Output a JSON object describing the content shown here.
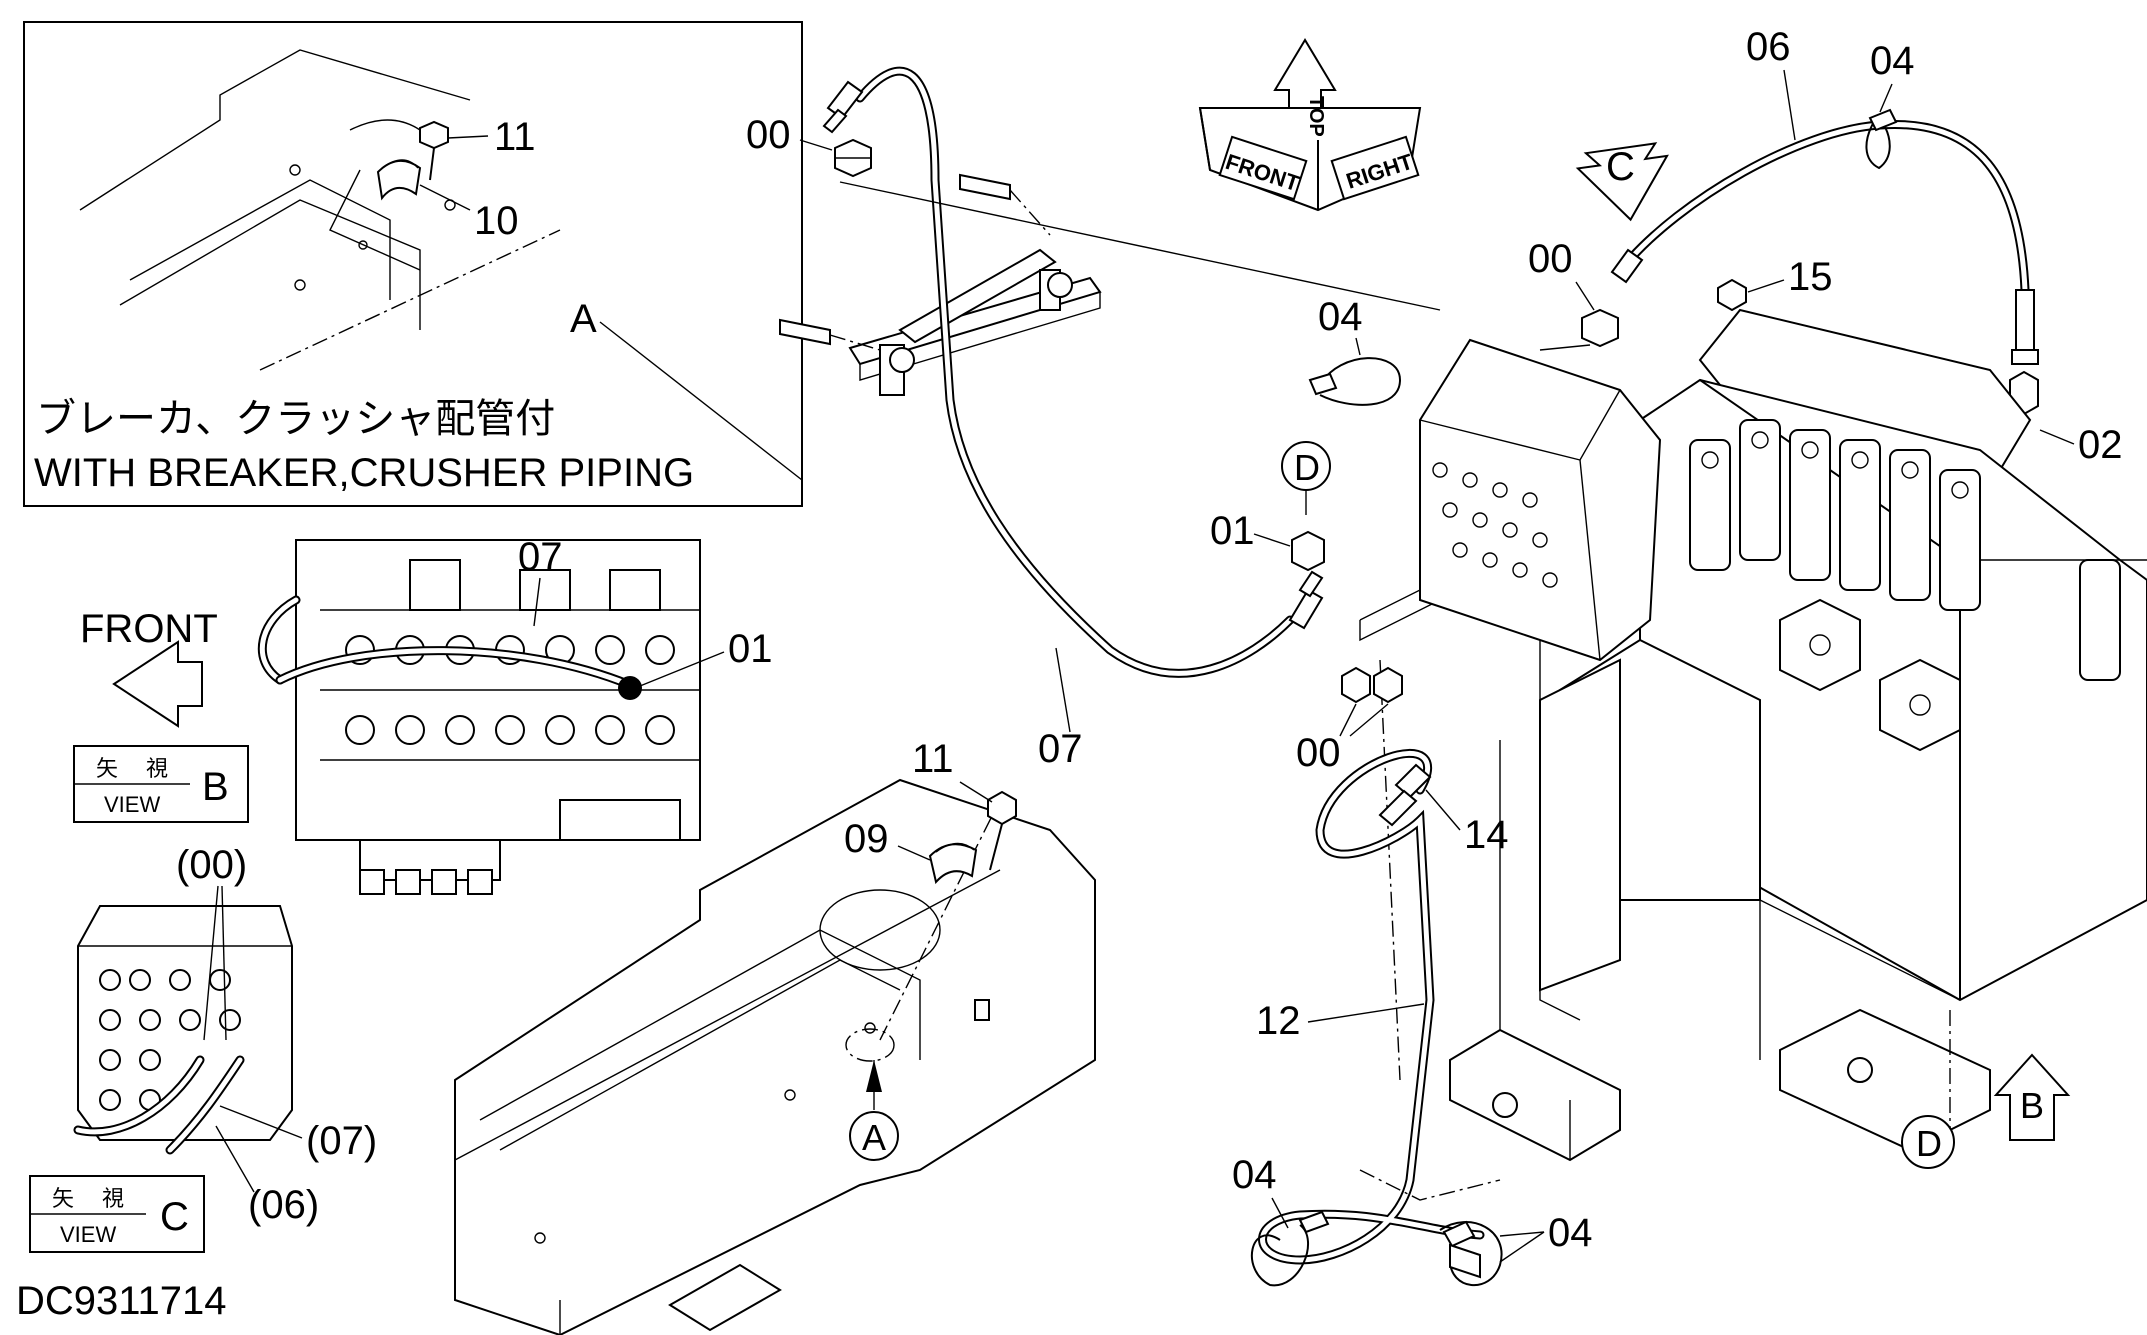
{
  "drawing_id": "DC9311714",
  "inset_a": {
    "caption_jp": "ブレーカ、クラッシャ配管付",
    "caption_en": "WITH BREAKER,CRUSHER PIPING",
    "ref_letter": "A",
    "callouts": [
      "11",
      "10"
    ]
  },
  "orientation": {
    "front": "FRONT",
    "top": "TOP",
    "right": "RIGHT"
  },
  "view_b": {
    "arrow_label": "FRONT",
    "view_jp_1": "矢",
    "view_jp_2": "視",
    "view_en": "VIEW",
    "letter": "B",
    "callouts": [
      "07",
      "01"
    ]
  },
  "view_c": {
    "view_jp_1": "矢",
    "view_jp_2": "視",
    "view_en": "VIEW",
    "letter": "C",
    "callouts": [
      "(00)",
      "(07)",
      "(06)"
    ]
  },
  "main_callouts": {
    "c00_top": "00",
    "c00_mid": "00",
    "c00_low": "00",
    "c06": "06",
    "c04_top": "04",
    "c04_cable": "04",
    "c04_left": "04",
    "c04_right": "04",
    "c15": "15",
    "c02": "02",
    "c01": "01",
    "c07": "07",
    "c11": "11",
    "c09": "09",
    "c14": "14",
    "c12": "12"
  },
  "view_markers": {
    "a": "A",
    "b": "B",
    "c": "C",
    "d_top": "D",
    "d_bottom": "D"
  }
}
